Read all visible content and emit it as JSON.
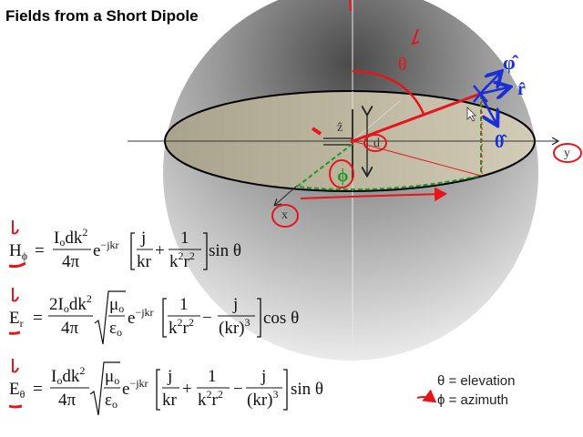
{
  "title": "Fields from a Short Dipole",
  "diagram": {
    "theta": "θ",
    "phi_hat": "φ̂",
    "r_hat": "r̂",
    "theta_hat": "θ̂",
    "z_hat": "ẑ",
    "d": "d",
    "phi": "ϕ",
    "x": "x",
    "y": "y"
  },
  "equations": {
    "h_phi": {
      "lhs": "H",
      "lhs_sub": "ϕ",
      "eq": "=",
      "num": "I",
      "num_sub": "o",
      "num_rest": "dk",
      "num_sup": "2",
      "den": "4π",
      "exp_base": "e",
      "exp": "−jkr",
      "t1_num": "j",
      "t1_den": "kr",
      "op1": "+",
      "t2_num": "1",
      "t2_den": "k",
      "t2_sup1": "2",
      "t2_den2": "r",
      "t2_sup2": "2",
      "tail": "sin θ"
    },
    "e_r": {
      "lhs": "E",
      "lhs_sub": "r",
      "eq": "=",
      "num": "2I",
      "num_sub": "o",
      "num_rest": "dk",
      "num_sup": "2",
      "den": "4π",
      "mu": "μ",
      "mu_sub": "o",
      "eps": "ε",
      "eps_sub": "o",
      "exp_base": "e",
      "exp": "−jkr",
      "t1_num": "1",
      "t1_den": "k",
      "t1_sup1": "2",
      "t1_den2": "r",
      "t1_sup2": "2",
      "op1": "−",
      "t2_num": "j",
      "t2_den": "(kr)",
      "t2_sup": "3",
      "tail": "cos θ"
    },
    "e_theta": {
      "lhs": "E",
      "lhs_sub": "θ",
      "eq": "=",
      "num": "I",
      "num_sub": "o",
      "num_rest": "dk",
      "num_sup": "2",
      "den": "4π",
      "mu": "μ",
      "mu_sub": "o",
      "eps": "ε",
      "eps_sub": "o",
      "exp_base": "e",
      "exp": "−jkr",
      "t1_num": "j",
      "t1_den": "kr",
      "op1": "+",
      "t2_num": "1",
      "t2_den": "k",
      "t2_sup1": "2",
      "t2_den2": "r",
      "t2_sup2": "2",
      "op2": "−",
      "t3_num": "j",
      "t3_den": "(kr)",
      "t3_sup": "3",
      "tail": "sin θ"
    }
  },
  "legend": {
    "elevation": "θ = elevation",
    "azimuth": "ϕ = azimuth"
  },
  "colors": {
    "annotation": "#e8141b",
    "unit_vector": "#1a2fd6",
    "azimuth": "#1f9a2a"
  }
}
